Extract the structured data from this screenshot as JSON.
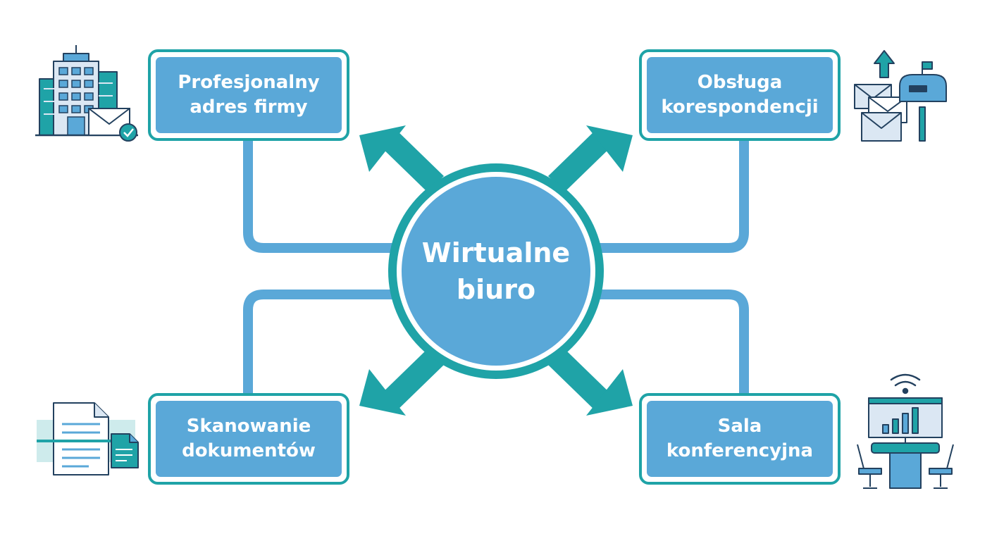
{
  "diagram": {
    "center": {
      "label": "Wirtualne\nbiuro"
    },
    "nodes": [
      {
        "id": "tl",
        "label": "Profesjonalny\nadres firmy",
        "icon": "office-building-mail-icon"
      },
      {
        "id": "tr",
        "label": "Obsługa\nkorespondencji",
        "icon": "mail-mailbox-icon"
      },
      {
        "id": "bl",
        "label": "Skanowanie\ndokumentów",
        "icon": "document-scan-icon"
      },
      {
        "id": "br",
        "label": "Sala\nkonferencyjna",
        "icon": "conference-room-icon"
      }
    ]
  },
  "colors": {
    "teal": "#1fa3a7",
    "blue": "#5aa8d8",
    "icon_outline": "#23415f",
    "icon_light": "#dbe7f3"
  }
}
